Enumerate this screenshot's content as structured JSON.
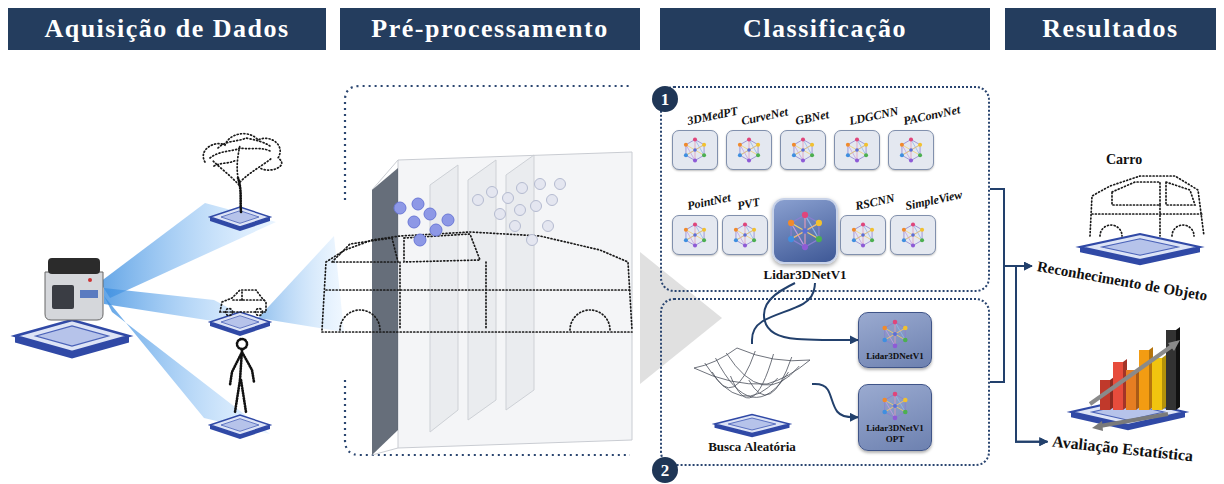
{
  "diagram": {
    "nodes": [
      {
        "text": [
          "Aquisição de Dados"
        ]
      },
      {
        "text": [
          "Pré-processamento"
        ]
      },
      {
        "text": [
          "Classificação"
        ]
      },
      {
        "text": [
          "Resultados"
        ]
      },
      {
        "text": [
          "1"
        ]
      },
      {
        "text": [
          "3DMedPT"
        ],
        "in": 4
      },
      {
        "text": [
          "CurveNet"
        ],
        "in": 4
      },
      {
        "text": [
          "GBNet"
        ],
        "in": 4
      },
      {
        "text": [
          "LDGCNN"
        ],
        "in": 4
      },
      {
        "text": [
          "PAConvNet"
        ],
        "in": 4
      },
      {
        "text": [
          "PointNet"
        ],
        "in": 4
      },
      {
        "text": [
          "PVT"
        ],
        "in": 4
      },
      {
        "text": [
          "Lidar3DNetV1"
        ],
        "in": 4
      },
      {
        "text": [
          "RSCNN"
        ],
        "in": 4
      },
      {
        "text": [
          "SimpleView"
        ],
        "in": 4
      },
      {
        "text": [
          "2"
        ]
      },
      {
        "text": [
          "Lidar3DNetV1"
        ],
        "in": 15
      },
      {
        "text": [
          "Busca Aleatória"
        ],
        "in": 15
      },
      {
        "text": [
          "Lidar3DNetV1 OPT"
        ],
        "in": 15
      },
      {
        "text": [
          "Reconhecimento de Objeto"
        ]
      },
      {
        "text": [
          "Avaliação Estatística"
        ]
      }
    ],
    "edges": [
      {
        "from": 12,
        "to": 16,
        "arrow": "to"
      },
      {
        "from": 12,
        "to": 17,
        "arrow": "none"
      },
      {
        "from": 17,
        "to": 18,
        "arrow": "to"
      },
      {
        "from": 4,
        "to": 19,
        "arrow": "to"
      },
      {
        "from": 4,
        "to": 20,
        "arrow": "to"
      },
      {
        "from": 15,
        "to": 19,
        "arrow": "to"
      },
      {
        "from": 15,
        "to": 20,
        "arrow": "to"
      }
    ],
    "labels": [
      "Carro"
    ]
  }
}
